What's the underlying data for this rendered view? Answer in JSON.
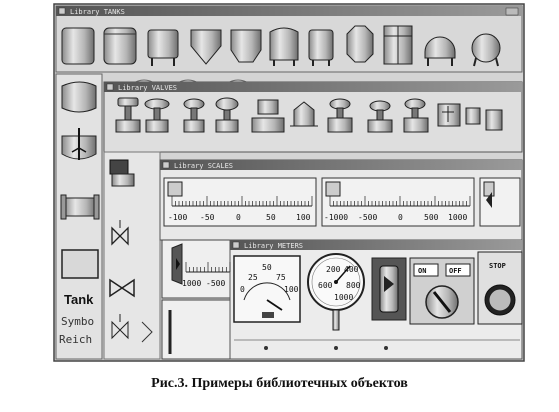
{
  "windows": {
    "tanks": {
      "title": "Library TANKS"
    },
    "valves": {
      "title": "Library VALVES"
    },
    "scales": {
      "title": "Library SCALES"
    },
    "meters": {
      "title": "Library METERS"
    }
  },
  "scales": {
    "scale1": {
      "ticks": [
        "-100",
        "-50",
        "0",
        "50",
        "100"
      ]
    },
    "scale2": {
      "ticks": [
        "-1000",
        "-500",
        "0",
        "500",
        "1000"
      ]
    },
    "scale3": {
      "ticks": [
        "1000",
        "-500"
      ]
    }
  },
  "meters": {
    "analog_ticks": [
      "50",
      "25",
      "75",
      "0",
      "100"
    ],
    "gauge_ticks": [
      "200",
      "400",
      "600",
      "800",
      "1000"
    ]
  },
  "buttons": {
    "on": "ON",
    "off": "OFF",
    "stop": "STOP"
  },
  "sidebar": {
    "label1": "Tank",
    "label2": "Symbo",
    "label3": "Reich"
  },
  "caption": "Рис.3. Примеры библиотечных объектов"
}
